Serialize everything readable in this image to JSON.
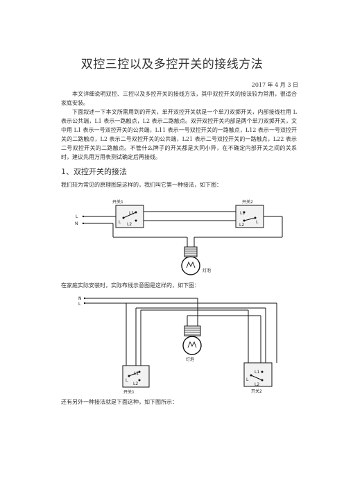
{
  "doc": {
    "title": "双控三控以及多控开关的接线方法",
    "date": "2017 年 4 月 3 日",
    "para1": "本文详细说明双控、三控以及多控开关的接线方法，其中双控开关的接法较为常用，很适合家庭安装。",
    "para2": "下面叙述一下本文所需用到的开关，单开双控开关就是一个单刀双掷开关，内部接线柱用 L 表示公共端，L1 表示一路触点，L2 表示二路触点。双开双控开关内部是两个单刀双掷开关，文中用 L1 表示一号双控开关的公共端，L11 表示一号双控开关的一路触点，L12 表示一号双控开关的二路触点，L2 表示二号双控开关的公共端，L21 表示二号双控开关的一路触点，L22 表示二号双控开关的二路触点。不管什么牌子的开关都是大同小异，在不确定内部开关之间的关系时，建议先用万用表测试确定后再接线。",
    "heading1": "1、双控开关的接法",
    "line1": "我们较为常见的原理图是这样的，我们叫它第一种接法，如下图：",
    "line2": "在家庭实际安装时，实际布线示意图是这样的，如下图：",
    "line3": "还有另外一种接法就是下面这种，如下图所示："
  },
  "diagram1": {
    "switch1_label": "开关1",
    "switch2_label": "开关2",
    "lamp_label": "灯泡",
    "live_label": "L",
    "neutral_label": "N",
    "s1_common": "L",
    "s1_t1": "L1",
    "s1_t2": "L2",
    "s2_common": "L",
    "s2_t1": "L1",
    "s2_t2": "L2"
  },
  "diagram2": {
    "switch1_label": "开关1",
    "switch2_label": "开关2",
    "lamp_label": "灯泡",
    "live_label": "L",
    "neutral_label": "N",
    "s1_common": "L",
    "s1_t1": "L1",
    "s1_t2": "L2",
    "s2_common": "L",
    "s2_t1": "L1",
    "s2_t2": "L2"
  }
}
